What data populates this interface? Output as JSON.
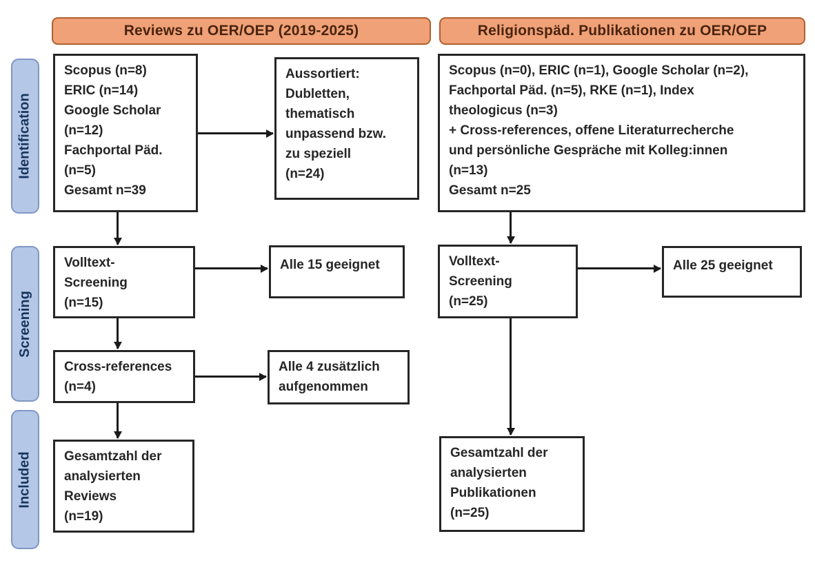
{
  "headers": {
    "left": "Reviews zu OER/OEP (2019-2025)",
    "right": "Religionspäd. Publikationen zu OER/OEP"
  },
  "stages": {
    "identification": "Identification",
    "screening": "Screening",
    "included": "Included"
  },
  "left": {
    "sources": "Scopus (n=8)\nERIC (n=14)\nGoogle Scholar\n(n=12)\nFachportal Päd.\n(n=5)\nGesamt n=39",
    "excluded": "Aussortiert:\nDubletten,\nthematisch\nunpassend bzw.\nzu speziell\n(n=24)",
    "screening": "Volltext-\nScreening\n(n=15)",
    "screening_result": "Alle 15 geeignet",
    "crossref": "Cross-references\n(n=4)",
    "crossref_result": "Alle 4 zusätzlich\naufgenommen",
    "included": "Gesamtzahl der\nanalysierten\nReviews\n(n=19)"
  },
  "right": {
    "sources": "Scopus (n=0), ERIC (n=1), Google Scholar (n=2),\nFachportal Päd. (n=5), RKE (n=1), Index\ntheologicus (n=3)\n+ Cross-references, offene Literaturrecherche\nund persönliche Gespräche mit Kolleg:innen\n(n=13)\nGesamt n=25",
    "screening": "Volltext-\nScreening\n(n=25)",
    "screening_result": "Alle 25 geeignet",
    "included": "Gesamtzahl der\nanalysierten\nPublikationen\n(n=25)"
  },
  "colors": {
    "header_fill": "#F0A177",
    "header_border": "#B05F2E",
    "header_text": "#4A2410",
    "stage_fill": "#B4C7E7",
    "stage_border": "#7F96C4",
    "stage_text": "#17365D",
    "box_border": "#262626",
    "box_text": "#262626",
    "arrow_color": "#1A1A1A"
  }
}
